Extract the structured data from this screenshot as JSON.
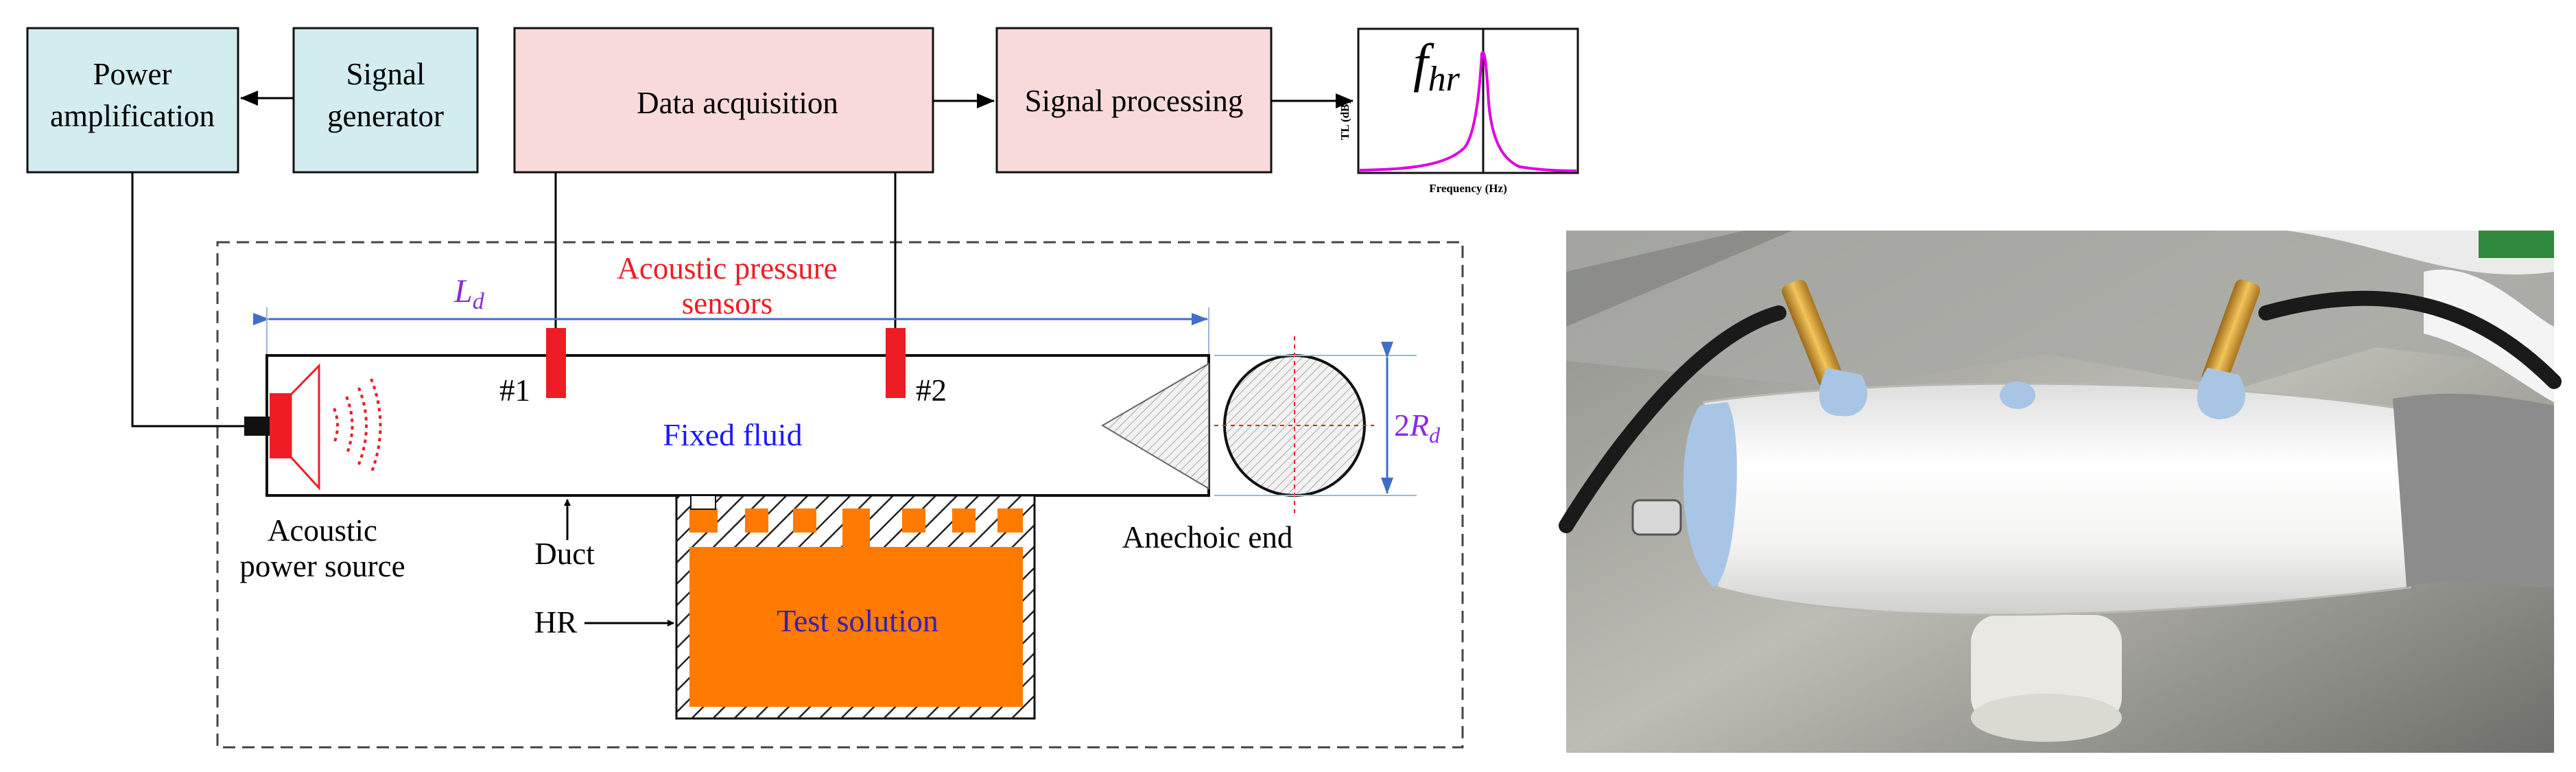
{
  "blocks": {
    "power_amp": "Power amplification",
    "signal_gen": "Signal generator",
    "data_acq": "Data acquisition",
    "signal_proc": "Signal processing"
  },
  "spectrum": {
    "peak_label": "f",
    "peak_subscript": "hr",
    "ylabel": "TL (dB)",
    "xlabel": "Frequency (Hz)"
  },
  "labels": {
    "sensors_line1": "Acoustic pressure",
    "sensors_line2": "sensors",
    "length_main": "L",
    "length_sub": "d",
    "sensor1": "#1",
    "sensor2": "#2",
    "fixed_fluid": "Fixed fluid",
    "radius_pre": "2",
    "radius_main": "R",
    "radius_sub": "d",
    "source_line1": "Acoustic",
    "source_line2": "power source",
    "duct": "Duct",
    "hr": "HR",
    "test_solution": "Test solution",
    "anechoic": "Anechoic end"
  },
  "colors": {
    "blue_block": "#d3ecef",
    "pink_block": "#f9dada",
    "red": "#ee1c24",
    "orange": "#ff7a00",
    "dimension_blue": "#3f6ec8",
    "magenta": "#e000e0",
    "purple": "#8a2be2",
    "fluid_blue": "#1a1aff"
  }
}
